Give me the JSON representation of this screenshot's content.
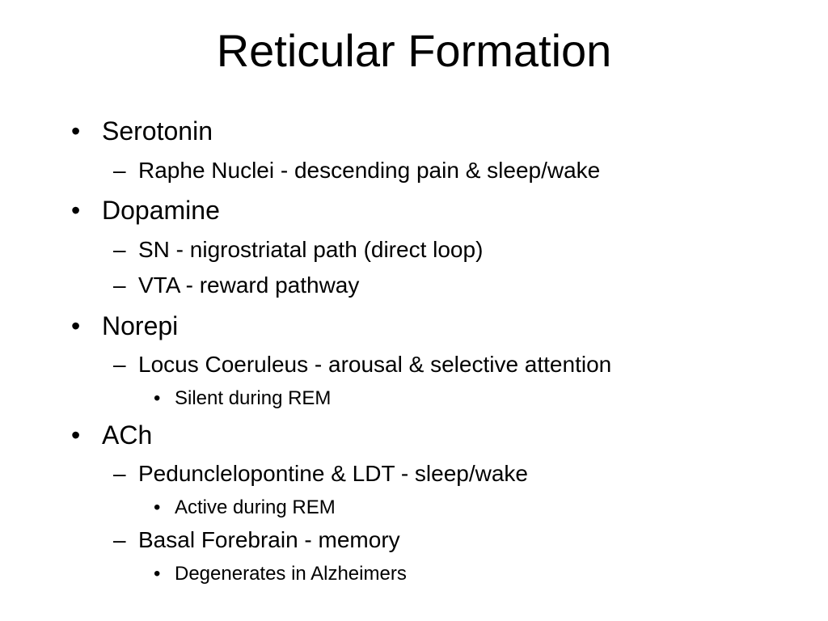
{
  "slide": {
    "title": "Reticular Formation",
    "bullet_glyph": "•",
    "dash_glyph": "–",
    "items": {
      "serotonin": {
        "label": "Serotonin",
        "sub": [
          "Raphe Nuclei - descending pain & sleep/wake"
        ]
      },
      "dopamine": {
        "label": "Dopamine",
        "sub": [
          "SN - nigrostriatal path (direct loop)",
          "VTA - reward pathway"
        ]
      },
      "norepi": {
        "label": "Norepi",
        "sub": [
          "Locus Coeruleus - arousal & selective attention"
        ],
        "subsub": [
          "Silent during REM"
        ]
      },
      "ach": {
        "label": "ACh",
        "sub": [
          "Pedunclelopontine & LDT - sleep/wake",
          "Basal Forebrain - memory"
        ],
        "subsub": [
          "Active during REM",
          "Degenerates in Alzheimers"
        ]
      }
    }
  }
}
